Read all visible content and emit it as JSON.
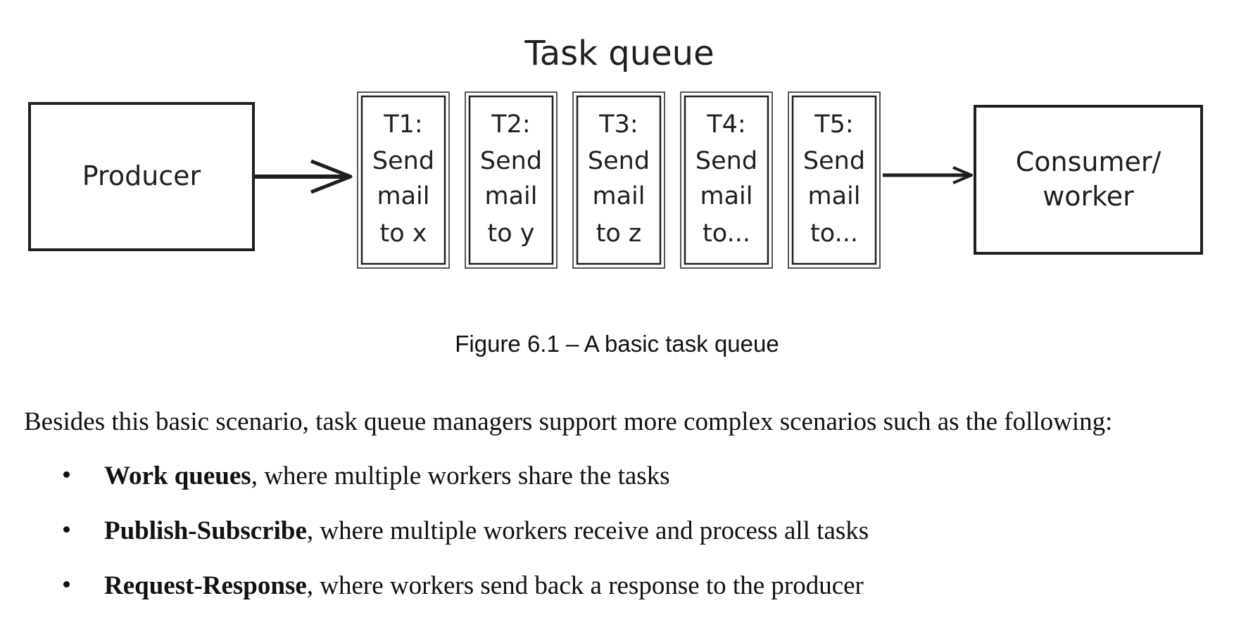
{
  "diagram": {
    "title": "Task queue",
    "producer": "Producer",
    "consumer": [
      "Consumer/",
      "worker"
    ],
    "tasks": [
      [
        "T1:",
        "Send",
        "mail",
        "to x"
      ],
      [
        "T2:",
        "Send",
        "mail",
        "to y"
      ],
      [
        "T3:",
        "Send",
        "mail",
        "to z"
      ],
      [
        "T4:",
        "Send",
        "mail",
        "to..."
      ],
      [
        "T5:",
        "Send",
        "mail",
        "to..."
      ]
    ]
  },
  "caption": "Figure 6.1 – A basic task queue",
  "intro": "Besides this basic scenario, task queue managers support more complex scenarios such as the following:",
  "bullets": [
    {
      "term": "Work queues",
      "rest": ", where multiple workers share the tasks"
    },
    {
      "term": "Publish-Subscribe",
      "rest": ", where multiple workers receive and process all tasks"
    },
    {
      "term": "Request-Response",
      "rest": ", where workers send back a response to the producer"
    }
  ]
}
